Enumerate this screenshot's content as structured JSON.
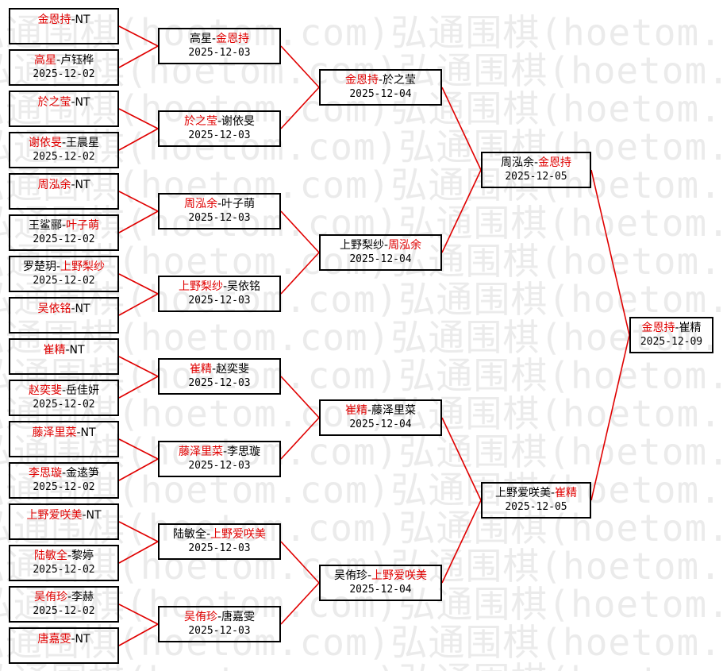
{
  "watermark_text": "弘通围棋(hoetom.com)",
  "colors": {
    "winner": "#e00000",
    "line": "#e00000",
    "border": "#000000",
    "text": "#000000"
  },
  "bracket": {
    "round1": [
      {
        "p1": "金恩持",
        "p2": "NT",
        "winner": "p1",
        "date": ""
      },
      {
        "p1": "高星",
        "p2": "卢钰桦",
        "winner": "p1",
        "date": "2025-12-02"
      },
      {
        "p1": "於之莹",
        "p2": "NT",
        "winner": "p1",
        "date": ""
      },
      {
        "p1": "谢依旻",
        "p2": "王晨星",
        "winner": "p1",
        "date": "2025-12-02"
      },
      {
        "p1": "周泓余",
        "p2": "NT",
        "winner": "p1",
        "date": ""
      },
      {
        "p1": "王鲨郦",
        "p2": "叶子萌",
        "winner": "p2",
        "date": "2025-12-02"
      },
      {
        "p1": "罗楚玥",
        "p2": "上野梨纱",
        "winner": "p2",
        "date": "2025-12-02"
      },
      {
        "p1": "吴依铭",
        "p2": "NT",
        "winner": "p1",
        "date": ""
      },
      {
        "p1": "崔精",
        "p2": "NT",
        "winner": "p1",
        "date": ""
      },
      {
        "p1": "赵奕斐",
        "p2": "岳佳妍",
        "winner": "p1",
        "date": "2025-12-02"
      },
      {
        "p1": "藤泽里菜",
        "p2": "NT",
        "winner": "p1",
        "date": ""
      },
      {
        "p1": "李思璇",
        "p2": "金逺笋",
        "winner": "p1",
        "date": "2025-12-02"
      },
      {
        "p1": "上野爱咲美",
        "p2": "NT",
        "winner": "p1",
        "date": ""
      },
      {
        "p1": "陆敏全",
        "p2": "黎婷",
        "winner": "p1",
        "date": "2025-12-02"
      },
      {
        "p1": "吴侑珍",
        "p2": "李赫",
        "winner": "p1",
        "date": "2025-12-02"
      },
      {
        "p1": "唐嘉雯",
        "p2": "NT",
        "winner": "p1",
        "date": ""
      }
    ],
    "round2": [
      {
        "p1": "高星",
        "p2": "金恩持",
        "winner": "p2",
        "date": "2025-12-03"
      },
      {
        "p1": "於之莹",
        "p2": "谢依旻",
        "winner": "p1",
        "date": "2025-12-03"
      },
      {
        "p1": "周泓余",
        "p2": "叶子萌",
        "winner": "p1",
        "date": "2025-12-03"
      },
      {
        "p1": "上野梨纱",
        "p2": "吴依铭",
        "winner": "p1",
        "date": "2025-12-03"
      },
      {
        "p1": "崔精",
        "p2": "赵奕斐",
        "winner": "p1",
        "date": "2025-12-03"
      },
      {
        "p1": "藤泽里菜",
        "p2": "李思璇",
        "winner": "p1",
        "date": "2025-12-03"
      },
      {
        "p1": "陆敏全",
        "p2": "上野爱咲美",
        "winner": "p2",
        "date": "2025-12-03"
      },
      {
        "p1": "吴侑珍",
        "p2": "唐嘉雯",
        "winner": "p1",
        "date": "2025-12-03"
      }
    ],
    "round3": [
      {
        "p1": "金恩持",
        "p2": "於之莹",
        "winner": "p1",
        "date": "2025-12-04"
      },
      {
        "p1": "上野梨纱",
        "p2": "周泓余",
        "winner": "p2",
        "date": "2025-12-04"
      },
      {
        "p1": "崔精",
        "p2": "藤泽里菜",
        "winner": "p1",
        "date": "2025-12-04"
      },
      {
        "p1": "吴侑珍",
        "p2": "上野爱咲美",
        "winner": "p2",
        "date": "2025-12-04"
      }
    ],
    "round4": [
      {
        "p1": "周泓余",
        "p2": "金恩持",
        "winner": "p2",
        "date": "2025-12-05"
      },
      {
        "p1": "上野爱咲美",
        "p2": "崔精",
        "winner": "p2",
        "date": "2025-12-05"
      }
    ],
    "final": [
      {
        "p1": "金恩持",
        "p2": "崔精",
        "winner": "p1",
        "date": "2025-12-09"
      }
    ]
  }
}
